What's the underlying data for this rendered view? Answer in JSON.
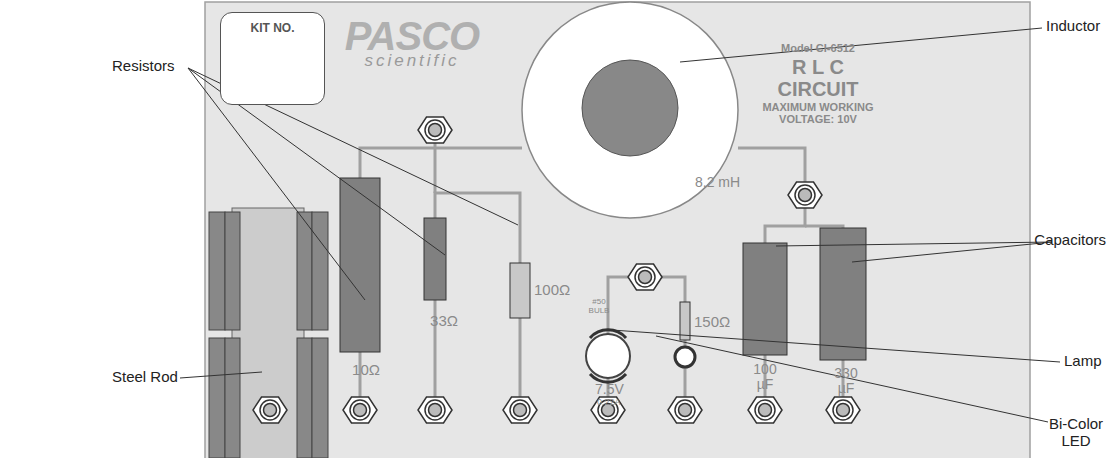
{
  "diagram": {
    "nodes": [
      {
        "text": [
          "KIT NO."
        ]
      }
    ],
    "labels": [
      "PASCO",
      "scientific",
      "Model CI-6512",
      "R L C",
      "CIRCUIT",
      "MAXIMUM WORKING VOLTAGE: 10V",
      "8.2 mH",
      "10Ω",
      "33Ω",
      "100Ω",
      "#50 BULB",
      "7.5V",
      "0.22A",
      "150Ω",
      "100 µF",
      "330 µF",
      "Inductor",
      "Resistors",
      "Capacitors",
      "Steel Rod",
      "Lamp",
      "Bi-Color LED"
    ]
  }
}
